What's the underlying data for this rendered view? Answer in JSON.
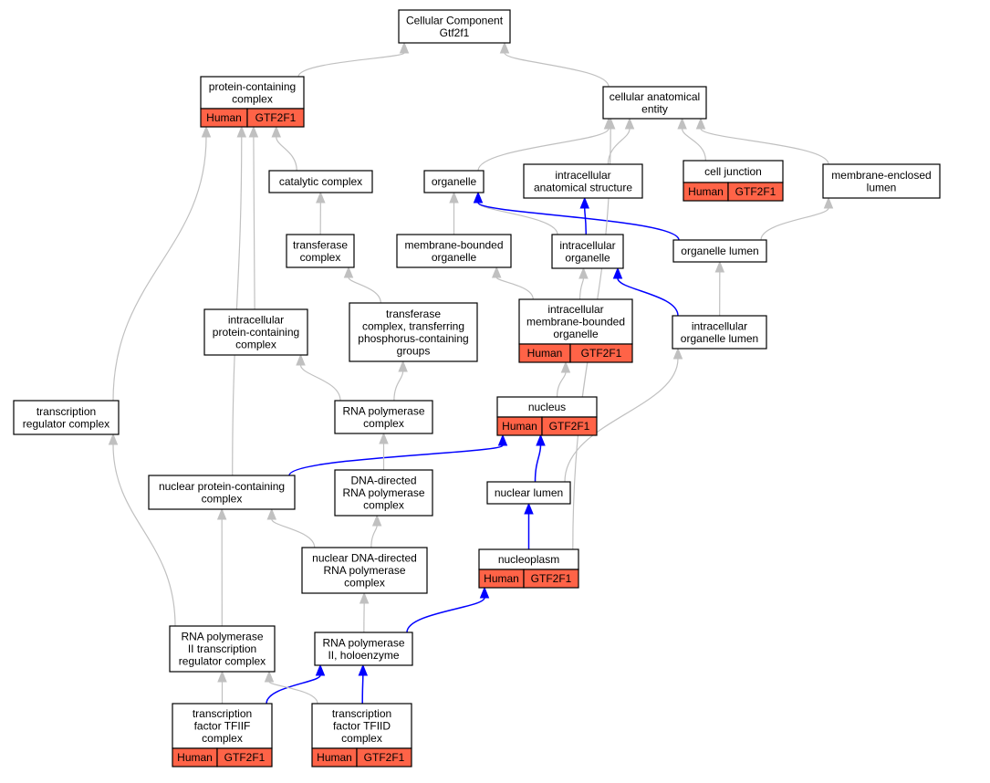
{
  "graph": {
    "colors": {
      "background": "#ffffff",
      "node_border": "#000000",
      "node_fill": "#ffffff",
      "annotation_fill": "#ff6347",
      "edge_default": "#c0c0c0",
      "edge_highlight": "#0000ff"
    },
    "nodes": [
      {
        "id": "root",
        "lines": [
          "Cellular Component",
          "Gtf2f1"
        ]
      },
      {
        "id": "pcc",
        "lines": [
          "protein-containing",
          "complex"
        ],
        "annotation": [
          "Human",
          "GTF2F1"
        ]
      },
      {
        "id": "cae",
        "lines": [
          "cellular anatomical",
          "entity"
        ]
      },
      {
        "id": "catalytic",
        "lines": [
          "catalytic complex"
        ]
      },
      {
        "id": "organelle",
        "lines": [
          "organelle"
        ]
      },
      {
        "id": "ias",
        "lines": [
          "intracellular",
          "anatomical structure"
        ]
      },
      {
        "id": "celljunction",
        "lines": [
          "cell junction"
        ],
        "annotation": [
          "Human",
          "GTF2F1"
        ]
      },
      {
        "id": "mel",
        "lines": [
          "membrane-enclosed",
          "lumen"
        ]
      },
      {
        "id": "transferase",
        "lines": [
          "transferase",
          "complex"
        ]
      },
      {
        "id": "mbo",
        "lines": [
          "membrane-bounded",
          "organelle"
        ]
      },
      {
        "id": "io",
        "lines": [
          "intracellular",
          "organelle"
        ]
      },
      {
        "id": "ol",
        "lines": [
          "organelle lumen"
        ]
      },
      {
        "id": "ipcc",
        "lines": [
          "intracellular",
          "protein-containing",
          "complex"
        ]
      },
      {
        "id": "tcp",
        "lines": [
          "transferase",
          "complex, transferring",
          "phosphorus-containing",
          "groups"
        ]
      },
      {
        "id": "imbo",
        "lines": [
          "intracellular",
          "membrane-bounded",
          "organelle"
        ],
        "annotation": [
          "Human",
          "GTF2F1"
        ]
      },
      {
        "id": "iol",
        "lines": [
          "intracellular",
          "organelle lumen"
        ]
      },
      {
        "id": "trc",
        "lines": [
          "transcription",
          "regulator complex"
        ]
      },
      {
        "id": "rnap",
        "lines": [
          "RNA polymerase",
          "complex"
        ]
      },
      {
        "id": "nucleus",
        "lines": [
          "nucleus"
        ],
        "annotation": [
          "Human",
          "GTF2F1"
        ]
      },
      {
        "id": "npcc",
        "lines": [
          "nuclear protein-containing",
          "complex"
        ]
      },
      {
        "id": "ddrnap",
        "lines": [
          "DNA-directed",
          "RNA polymerase",
          "complex"
        ]
      },
      {
        "id": "nl",
        "lines": [
          "nuclear lumen"
        ]
      },
      {
        "id": "nddrnap",
        "lines": [
          "nuclear DNA-directed",
          "RNA polymerase",
          "complex"
        ]
      },
      {
        "id": "nucleoplasm",
        "lines": [
          "nucleoplasm"
        ],
        "annotation": [
          "Human",
          "GTF2F1"
        ]
      },
      {
        "id": "rnap2trc",
        "lines": [
          "RNA polymerase",
          "II transcription",
          "regulator complex"
        ]
      },
      {
        "id": "holo",
        "lines": [
          "RNA polymerase",
          "II, holoenzyme"
        ]
      },
      {
        "id": "tfiif",
        "lines": [
          "transcription",
          "factor TFIIF",
          "complex"
        ],
        "annotation": [
          "Human",
          "GTF2F1"
        ]
      },
      {
        "id": "tfiid",
        "lines": [
          "transcription",
          "factor TFIID",
          "complex"
        ],
        "annotation": [
          "Human",
          "GTF2F1"
        ]
      }
    ],
    "edges": [
      {
        "from": "pcc",
        "to": "root",
        "highlight": false
      },
      {
        "from": "cae",
        "to": "root",
        "highlight": false
      },
      {
        "from": "catalytic",
        "to": "pcc",
        "highlight": false
      },
      {
        "from": "organelle",
        "to": "cae",
        "highlight": false
      },
      {
        "from": "ias",
        "to": "cae",
        "highlight": false
      },
      {
        "from": "celljunction",
        "to": "cae",
        "highlight": false
      },
      {
        "from": "mel",
        "to": "cae",
        "highlight": false
      },
      {
        "from": "transferase",
        "to": "catalytic",
        "highlight": false
      },
      {
        "from": "mbo",
        "to": "organelle",
        "highlight": false
      },
      {
        "from": "io",
        "to": "organelle",
        "highlight": false
      },
      {
        "from": "io",
        "to": "ias",
        "highlight": true
      },
      {
        "from": "ol",
        "to": "organelle",
        "highlight": true
      },
      {
        "from": "ol",
        "to": "mel",
        "highlight": false
      },
      {
        "from": "ipcc",
        "to": "pcc",
        "highlight": false
      },
      {
        "from": "tcp",
        "to": "transferase",
        "highlight": false
      },
      {
        "from": "imbo",
        "to": "mbo",
        "highlight": false
      },
      {
        "from": "imbo",
        "to": "io",
        "highlight": false
      },
      {
        "from": "iol",
        "to": "io",
        "highlight": true
      },
      {
        "from": "iol",
        "to": "ol",
        "highlight": false
      },
      {
        "from": "trc",
        "to": "pcc",
        "highlight": false
      },
      {
        "from": "rnap",
        "to": "ipcc",
        "highlight": false
      },
      {
        "from": "rnap",
        "to": "tcp",
        "highlight": false
      },
      {
        "from": "nucleus",
        "to": "imbo",
        "highlight": false
      },
      {
        "from": "npcc",
        "to": "nucleus",
        "highlight": true
      },
      {
        "from": "npcc",
        "to": "pcc",
        "highlight": false
      },
      {
        "from": "ddrnap",
        "to": "rnap",
        "highlight": false
      },
      {
        "from": "nl",
        "to": "nucleus",
        "highlight": true
      },
      {
        "from": "nl",
        "to": "iol",
        "highlight": false
      },
      {
        "from": "nddrnap",
        "to": "npcc",
        "highlight": false
      },
      {
        "from": "nddrnap",
        "to": "ddrnap",
        "highlight": false
      },
      {
        "from": "nucleoplasm",
        "to": "nl",
        "highlight": true
      },
      {
        "from": "nucleoplasm",
        "to": "cae",
        "highlight": false
      },
      {
        "from": "rnap2trc",
        "to": "npcc",
        "highlight": false
      },
      {
        "from": "rnap2trc",
        "to": "trc",
        "highlight": false
      },
      {
        "from": "holo",
        "to": "nddrnap",
        "highlight": false
      },
      {
        "from": "holo",
        "to": "nucleoplasm",
        "highlight": true
      },
      {
        "from": "tfiif",
        "to": "rnap2trc",
        "highlight": false
      },
      {
        "from": "tfiif",
        "to": "holo",
        "highlight": true
      },
      {
        "from": "tfiid",
        "to": "rnap2trc",
        "highlight": false
      },
      {
        "from": "tfiid",
        "to": "holo",
        "highlight": true
      }
    ]
  }
}
